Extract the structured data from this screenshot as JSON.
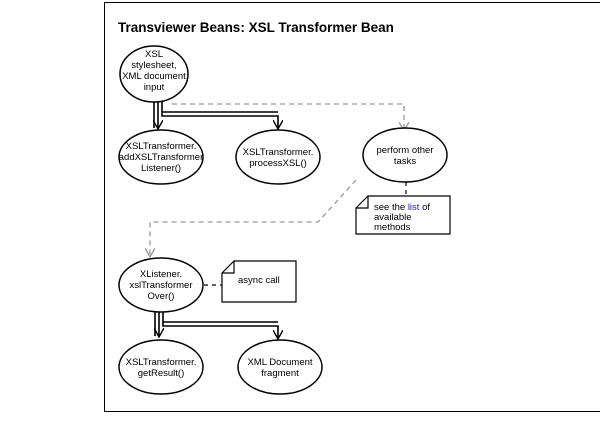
{
  "diagram": {
    "title": "Transviewer Beans: XSL Transformer Bean",
    "nodes": {
      "input": [
        "XSL",
        "stylesheet,",
        "XML document",
        "input"
      ],
      "addListener": [
        "XSLTransformer.",
        "addXSLTransformer",
        "Listener()"
      ],
      "processXSL": [
        "XSLTransformer.",
        "processXSL()"
      ],
      "performTasks": [
        "perform other",
        "tasks"
      ],
      "listenerOver": [
        "XListener.",
        "xslTransformer",
        "Over()"
      ],
      "getResult": [
        "XSLTransformer.",
        "getResult()"
      ],
      "fragment": [
        "XML Document",
        "fragment"
      ]
    },
    "notes": {
      "available_methods": {
        "prefix": "see the ",
        "link": "list",
        "suffix": " of",
        "line2": "available",
        "line3": "methods"
      },
      "async_call": "async call"
    }
  }
}
